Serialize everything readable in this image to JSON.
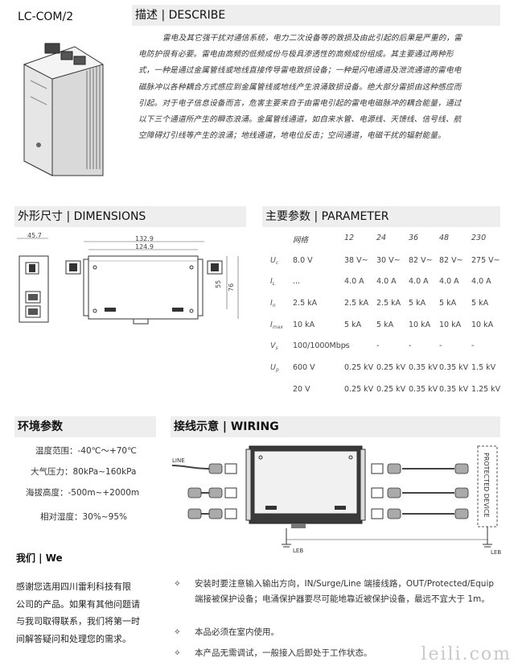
{
  "product": {
    "model": "LC-COM/2"
  },
  "describe": {
    "title": "描述 | DESCRIBE",
    "lines": [
      "雷电及其它强干扰对通信系统，电力二次设备等的致损及由此引起的后果是严重的，雷",
      "电防护很有必要。雷电由高频的低频成份与极具渗透性的高频成份组成。其主要通过两种形",
      "式，一种是通过金属管线或地线直接传导雷电致损设备；一种是闪电通道及泄流通道的雷电电",
      "磁脉冲以各种耦合方式感应到金属管线或地线产生浪涌致损设备。绝大部分雷损由这种感应而",
      "引起。对于电子信息设备而言，危害主要来自于由雷电引起的雷电电磁脉冲的耦合能量，通过",
      "以下三个通道所产生的瞬态浪涌。金属管线通道，如自来水管、电源线、天馈线、信号线、航",
      "空障碍灯引线等产生的浪涌；地线通道，地电位反击；空间通道，电磁干扰的辐射能量。"
    ]
  },
  "dimensions": {
    "title": "外形尺寸 | DIMENSIONS",
    "labels": [
      "45.7",
      "132.9",
      "124.9",
      "55",
      "76"
    ]
  },
  "parameter": {
    "title": "主要参数 | PARAMETER",
    "columns": [
      "网络",
      "12",
      "24",
      "36",
      "48",
      "230"
    ],
    "rows": [
      {
        "sym": "U",
        "sub": "c",
        "vals": [
          "8.0 V",
          "38 V~",
          "30 V~",
          "82 V~",
          "82 V~",
          "275 V~"
        ]
      },
      {
        "sym": "I",
        "sub": "L",
        "vals": [
          "...",
          "4.0 A",
          "4.0 A",
          "4.0 A",
          "4.0 A",
          "4.0 A"
        ]
      },
      {
        "sym": "I",
        "sub": "n",
        "vals": [
          "2.5 kA",
          "2.5 kA",
          "2.5 kA",
          "5 kA",
          "5 kA",
          "5 kA"
        ]
      },
      {
        "sym": "I",
        "sub": "max",
        "vals": [
          "10 kA",
          "5 kA",
          "5 kA",
          "10 kA",
          "10 kA",
          "10 kA"
        ]
      },
      {
        "sym": "V",
        "sub": "s",
        "vals": [
          "100/1000Mbps",
          "-",
          "-",
          "-",
          "-",
          "-"
        ]
      },
      {
        "sym": "U",
        "sub": "p",
        "vals": [
          "600 V",
          "0.25 kV",
          "0.25 kV",
          "0.35 kV",
          "0.35 kV",
          "1.5 kV"
        ]
      },
      {
        "sym": "",
        "sub": "",
        "vals": [
          "20 V",
          "0.25 kV",
          "0.25 kV",
          "0.35 kV",
          "0.35 kV",
          "1.25 kV"
        ]
      }
    ]
  },
  "environment": {
    "title": "环境参数",
    "rows": [
      {
        "label": "温度范围：",
        "value": "-40℃～+70℃"
      },
      {
        "label": "大气压力：",
        "value": "80kPa~160kPa"
      },
      {
        "label": "海拔高度：",
        "value": "-500m~+2000m"
      },
      {
        "label": "相对湿度：",
        "value": "30%~95%"
      }
    ]
  },
  "wiring": {
    "title": "接线示意 | WIRING",
    "line_label": "LINE",
    "device_label": "PROTECTED DEVICE",
    "leb_left": "LEB",
    "leb_right": "LEB"
  },
  "we": {
    "title": "我们 | We",
    "lines": [
      "感谢您选用四川雷利科技有限",
      "公司的产品。如果有其他问题请",
      "与我司取得联系，我们将第一时",
      "间解答疑问和处理您的需求。"
    ]
  },
  "notes": [
    {
      "star": "✧",
      "text": "安装时要注意输入输出方向，IN/Surge/Line 端接线路，OUT/Protected/Equip 端接被保护设备；电涌保护器要尽可能地靠近被保护设备，最远不宜大于 1m。"
    },
    {
      "star": "✧",
      "text": "本品必须在室内使用。"
    },
    {
      "star": "✧",
      "text": "本产品无需调试，一般接入后即处于工作状态。"
    }
  ],
  "watermark": "leili.com",
  "colors": {
    "header_bg": "#eeeeee",
    "text": "#222222",
    "device_dark": "#3a3a3a"
  }
}
